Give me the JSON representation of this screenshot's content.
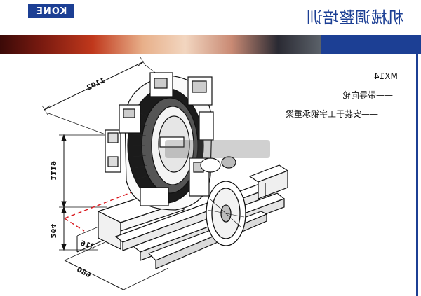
{
  "header": {
    "logo_text": "KONE",
    "title": "机械调整培训"
  },
  "notes": {
    "model": "MX14",
    "item1": "——带导向轮",
    "item2": "——安装于工字钢承重梁"
  },
  "dimensions": {
    "width": "1102",
    "height": "1119",
    "offset_a": "264",
    "offset_b": "316",
    "offset_c": "680"
  },
  "colors": {
    "brand_blue": "#1c3f94",
    "centerline_red": "#d9181e"
  }
}
